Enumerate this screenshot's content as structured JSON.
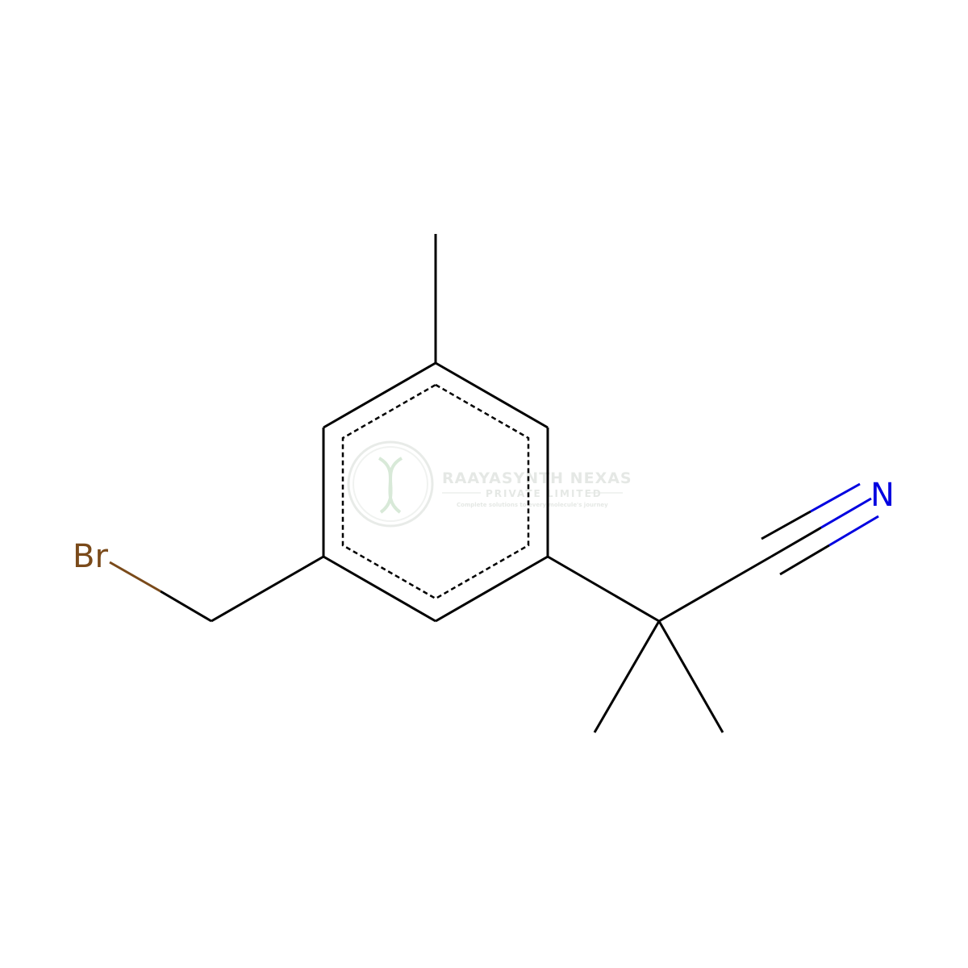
{
  "molecule": {
    "atoms": {
      "bromine": "Br",
      "nitrogen": "N"
    },
    "colors": {
      "bond": "#000000",
      "bromine": "#7a4a1a",
      "nitrogen": "#0000e0",
      "background": "#ffffff"
    }
  },
  "watermark": {
    "title": "RAAYASYNTH NEXAS",
    "subtitle": "PRIVATE LIMITED",
    "tagline": "Complete solutions to every molecule's journey",
    "color": "#c8d8c8"
  }
}
